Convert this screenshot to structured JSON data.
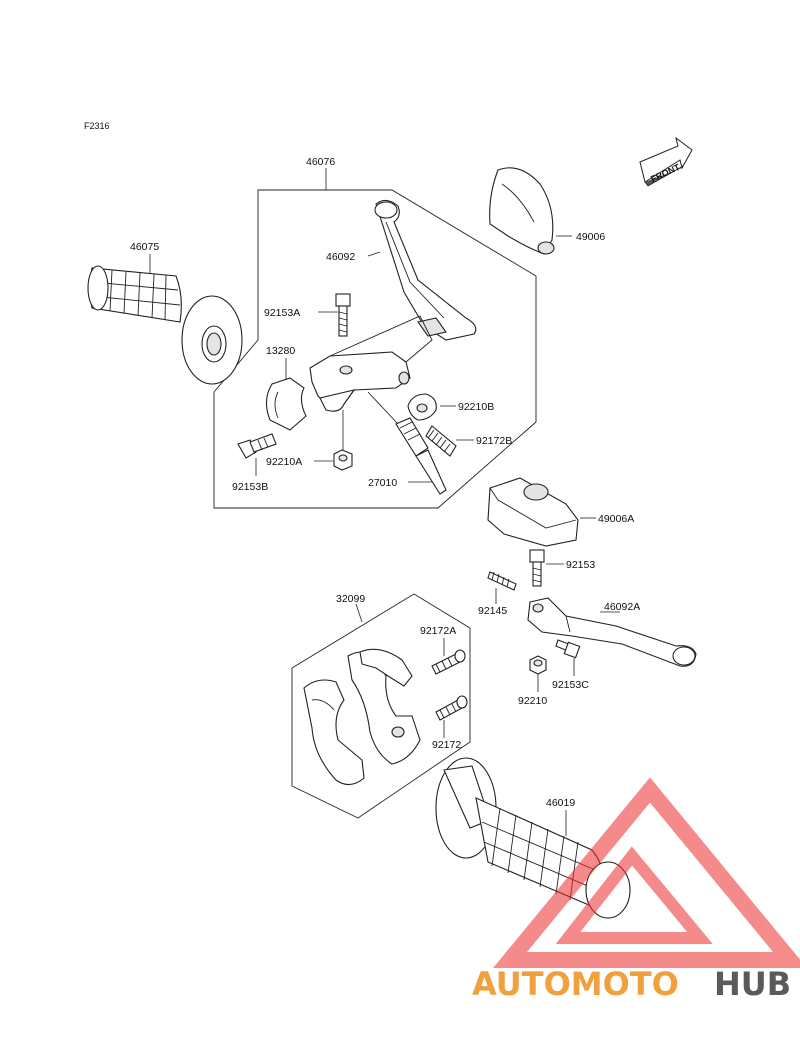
{
  "figure": {
    "code": "F2316"
  },
  "front_badge": {
    "label": "FRONT"
  },
  "parts": [
    {
      "id": "p46076",
      "label": "46076"
    },
    {
      "id": "p46075",
      "label": "46075"
    },
    {
      "id": "p46092",
      "label": "46092"
    },
    {
      "id": "p49006",
      "label": "49006"
    },
    {
      "id": "p92153A",
      "label": "92153A"
    },
    {
      "id": "p13280",
      "label": "13280"
    },
    {
      "id": "p92210B",
      "label": "92210B"
    },
    {
      "id": "p92172B",
      "label": "92172B"
    },
    {
      "id": "p92210A",
      "label": "92210A"
    },
    {
      "id": "p92153B",
      "label": "92153B"
    },
    {
      "id": "p27010",
      "label": "27010"
    },
    {
      "id": "p49006A",
      "label": "49006A"
    },
    {
      "id": "p92153",
      "label": "92153"
    },
    {
      "id": "p32099",
      "label": "32099"
    },
    {
      "id": "p92145",
      "label": "92145"
    },
    {
      "id": "p46092A",
      "label": "46092A"
    },
    {
      "id": "p92172A",
      "label": "92172A"
    },
    {
      "id": "p92210",
      "label": "92210"
    },
    {
      "id": "p92153C",
      "label": "92153C"
    },
    {
      "id": "p92172",
      "label": "92172"
    },
    {
      "id": "p46019",
      "label": "46019"
    }
  ],
  "watermark": {
    "part1": "AUTOMOTO",
    "part2": "HUB",
    "color1": "#f0a03c",
    "color2": "#5a5a5a",
    "triangle_color": "#ee2b2b"
  }
}
